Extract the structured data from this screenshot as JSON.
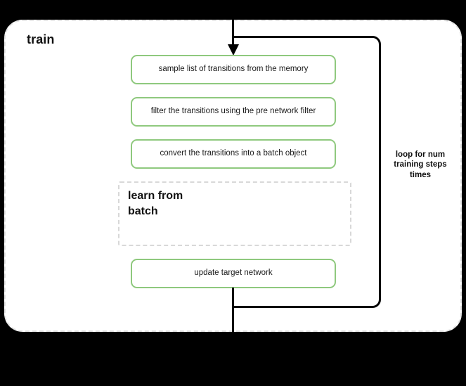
{
  "diagram": {
    "type": "flowchart",
    "title": "train",
    "background_color": "#000000",
    "container": {
      "label": "train",
      "border_style": "dashed",
      "border_color": "#e3e3e3",
      "fill_color": "#ffffff"
    },
    "accent_color": "#8fc97e",
    "steps": [
      {
        "id": "sample",
        "label": "sample list of transitions from the memory",
        "style": "green-rounded"
      },
      {
        "id": "filter",
        "label": "filter the transitions using the pre network filter",
        "style": "green-rounded"
      },
      {
        "id": "convert",
        "label": "convert the transitions into a batch object",
        "style": "green-rounded"
      },
      {
        "id": "update",
        "label": "update target network",
        "style": "green-rounded"
      }
    ],
    "group_box": {
      "id": "learn-from-batch",
      "label": "learn from\nbatch",
      "line1": "learn from",
      "line2": "batch",
      "border_style": "dashed",
      "border_color": "#d8d8d8"
    },
    "loop": {
      "label_line1": "loop for num",
      "label_line2": "training steps",
      "label_line3": "times",
      "label_full": "loop for num training steps times",
      "color": "#000000"
    },
    "connectors": {
      "inbound_arrow": "arrow-down-into-sample",
      "outbound_line": "line-down-from-update"
    }
  }
}
